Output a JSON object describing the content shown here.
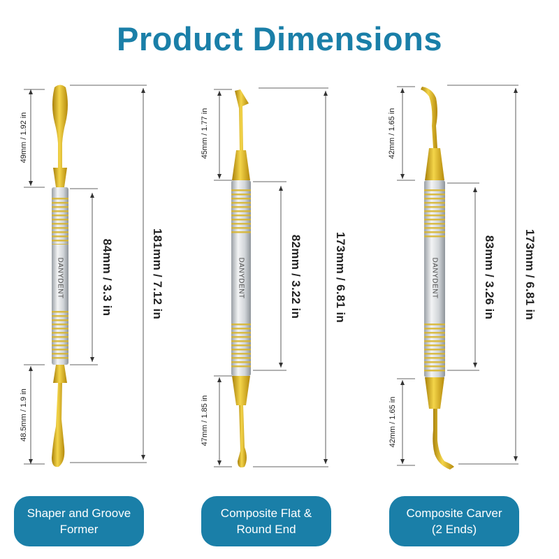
{
  "title": "Product Dimensions",
  "colors": {
    "title": "#1a7fa8",
    "pill": "#1a7fa8",
    "gold": "#d9ad14",
    "handle": "#cfd3d7",
    "line": "#333333"
  },
  "brand": "DANYDENT",
  "tools": [
    {
      "name": "Shaper and Groove Former",
      "name_lines": [
        "Shaper and Groove",
        "Former"
      ],
      "top_tip": "49mm / 1.92 in",
      "handle": "84mm / 3.3 in",
      "bottom_tip": "48.5mm / 1.9 in",
      "total": "181mm / 7.12 in"
    },
    {
      "name": "Composite Flat & Round End",
      "name_lines": [
        "Composite Flat &",
        "Round End"
      ],
      "top_tip": "45mm / 1.77 in",
      "handle": "82mm / 3.22 in",
      "bottom_tip": "47mm / 1.85 in",
      "total": "173mm / 6.81 in"
    },
    {
      "name": "Composite Carver (2 Ends)",
      "name_lines": [
        "Composite Carver",
        "(2 Ends)"
      ],
      "top_tip": "42mm / 1.65 in",
      "handle": "83mm / 3.26 in",
      "bottom_tip": "42mm / 1.65 in",
      "total": "173mm / 6.81 in"
    }
  ]
}
